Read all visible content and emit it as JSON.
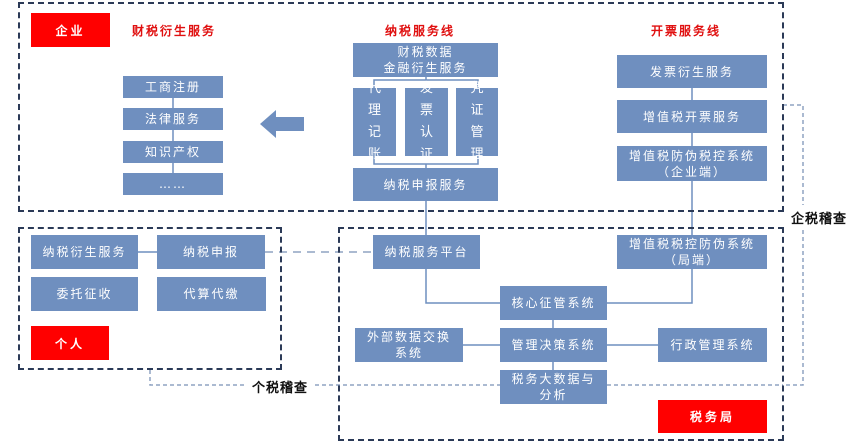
{
  "colors": {
    "box_fill": "#6f8fbf",
    "box_text": "#ffffff",
    "entity_fill": "#ff0000",
    "section_title": "#e01010",
    "zone_border": "#2b3a57",
    "connector": "#6f8fbf",
    "audit_line": "#8fa3c2"
  },
  "enterprise": {
    "label": "企业",
    "derivative_title": "财税衍生服务",
    "derivative_items": [
      "工商注册",
      "法律服务",
      "知识产权",
      "……"
    ],
    "tax_service_line": {
      "title": "纳税服务线",
      "top": "财税数据\n金融衍生服务",
      "middle": [
        "代\n理\n记\n账",
        "发\n票\n认\n证",
        "凭\n证\n管\n理"
      ],
      "bottom": "纳税申报服务"
    },
    "invoice_line": {
      "title": "开票服务线",
      "items": [
        "发票衍生服务",
        "增值税开票服务",
        "增值税防伪税控系统\n（企业端）"
      ]
    }
  },
  "individual": {
    "label": "个人",
    "items": [
      "纳税衍生服务",
      "纳税申报",
      "委托征收",
      "代算代缴"
    ]
  },
  "tax_bureau": {
    "label": "税务局",
    "items": {
      "service_platform": "纳税服务平台",
      "vat_control_bureau": "增值税税控防伪系统\n（局端）",
      "core_collection": "核心征管系统",
      "external_exchange": "外部数据交换\n系统",
      "decision_system": "管理决策系统",
      "admin_system": "行政管理系统",
      "big_data": "税务大数据与\n分析"
    }
  },
  "audits": {
    "enterprise_audit": "企税稽查",
    "individual_audit": "个税稽查"
  }
}
